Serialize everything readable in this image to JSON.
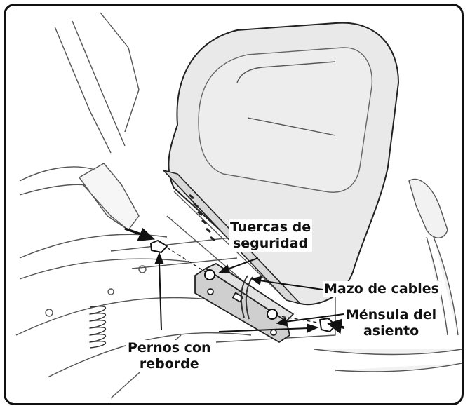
{
  "labels": {
    "tuercas_line1": "Tuercas de",
    "tuercas_line2": "seguridad",
    "mazo": "Mazo de cables",
    "mensula_line1": "Ménsula del",
    "mensula_line2": "asiento",
    "pernos_line1": "Pernos con",
    "pernos_line2": "reborde"
  }
}
